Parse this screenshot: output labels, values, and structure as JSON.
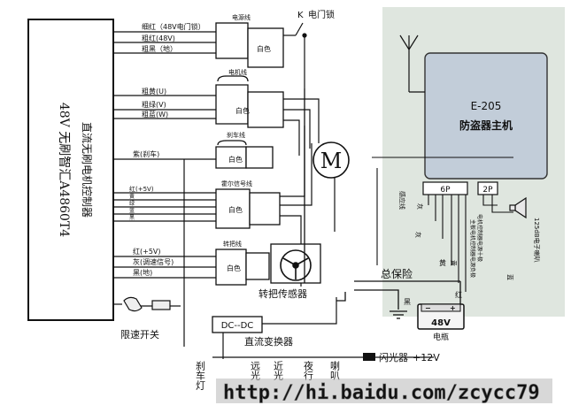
{
  "controller": {
    "line1": "48V 无刷智汇A4860T4",
    "line2": "直流无刷电机控制器"
  },
  "power_wires": [
    "细红（48V电门锁）",
    "粗红(48V)",
    "粗黑（地）"
  ],
  "power_connector_label": "电源线",
  "power_connector_color": "白色",
  "door_lock_label": "电门锁",
  "door_lock_symbol": "K",
  "motor_wires": [
    "粗黄(U)",
    "粗绿(V)",
    "粗蓝(W)"
  ],
  "motor_connector_label": "电机线",
  "motor_connector_color": "白色",
  "motor_symbol": "M",
  "brake_wire": "紫(刹车)",
  "brake_connector_label": "刹车线",
  "brake_connector_color": "白色",
  "hall_wires": [
    "红(+5V)",
    "黄",
    "绿",
    "蓝",
    "黑"
  ],
  "hall_connector_label": "霍尔信号线",
  "hall_connector_color": "白色",
  "throttle_wires": [
    "红(+5V)",
    "灰(调速信号)",
    "黑(地)"
  ],
  "throttle_connector_label": "转把线",
  "throttle_connector_color": "白色",
  "throttle_sensor_label": "转把传感器",
  "speed_limit_label": "限速开关",
  "alarm": {
    "model": "E-205",
    "name": "防盗器主机",
    "port_6p": "6P",
    "port_2p": "2P",
    "vertical_labels": [
      "感应线",
      "灰",
      "灰",
      "电机控制器电源十极",
      "主板电机控制器电源负极",
      "黄",
      "蓝"
    ],
    "speaker_label": "125dB电子喇叭"
  },
  "fuse_label": "总保险",
  "wire_labels": {
    "yellow": "黄",
    "red": "红",
    "black": "黑"
  },
  "battery": {
    "voltage": "48V",
    "label": "电瓶",
    "minus": "−",
    "plus": "+"
  },
  "dcdc": {
    "label": "DC--DC",
    "name": "直流变换器"
  },
  "bottom_lights": [
    "刹车灯",
    "远光",
    "近光",
    "夜行",
    "喇叭"
  ],
  "flasher_label": "闪光器",
  "plus12_label": "+12V",
  "watermark": "http://hi.baidu.com/zcycc79",
  "colors": {
    "alarm_bg": "#dfe6df",
    "alarm_box": "#c2cdd9",
    "line": "#111111",
    "watermark": "#ffffff"
  }
}
